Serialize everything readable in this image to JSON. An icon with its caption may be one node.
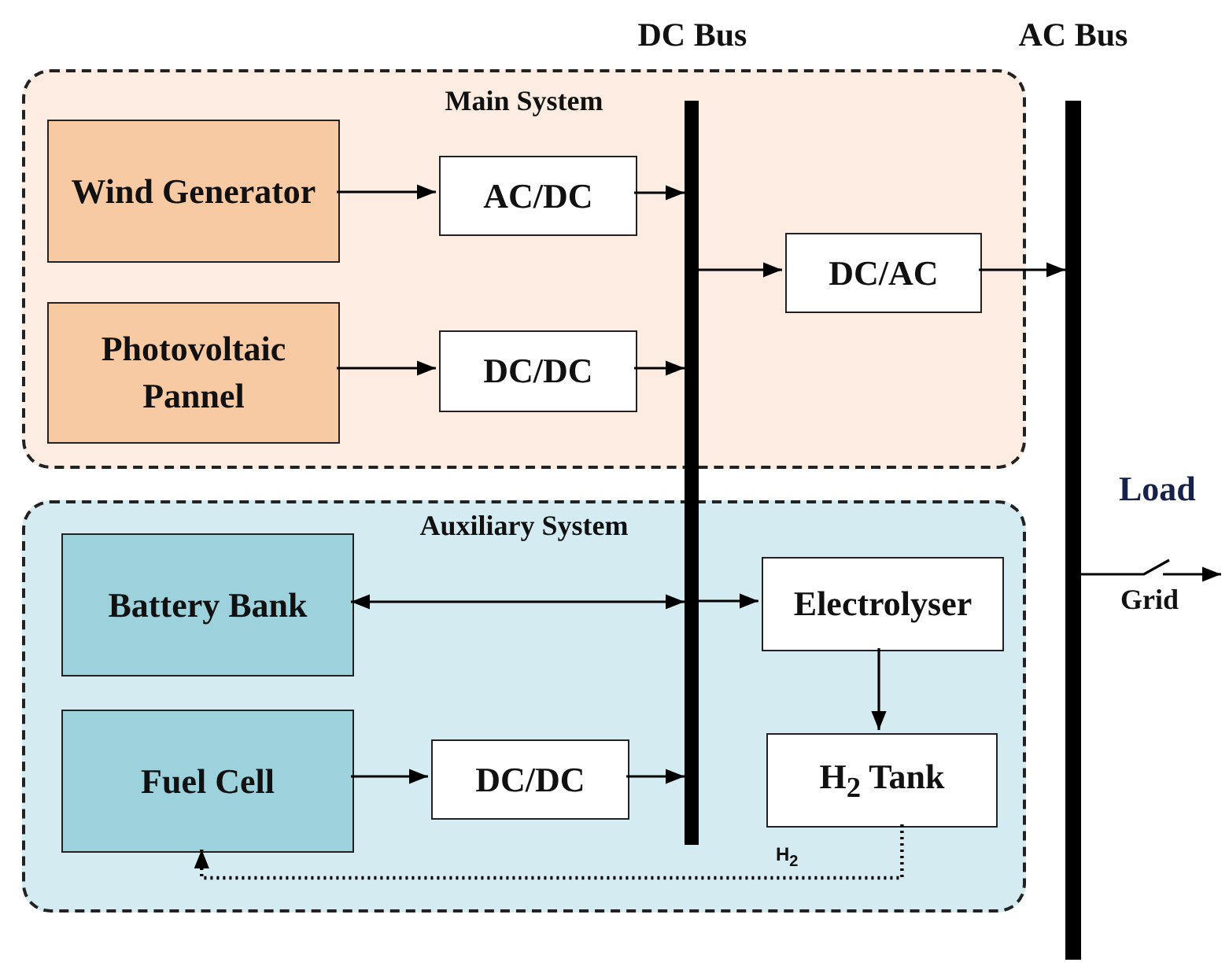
{
  "diagram": {
    "nodes": [
      {
        "text": [
          "Main System"
        ]
      },
      {
        "text": [
          "Wind Generator"
        ],
        "in": 0
      },
      {
        "text": [
          "AC/DC"
        ],
        "in": 0
      },
      {
        "text": [
          "Photovoltaic Pannel"
        ],
        "in": 0
      },
      {
        "text": [
          "DC/DC"
        ],
        "in": 0
      },
      {
        "text": [
          "DC/AC"
        ],
        "in": 0
      },
      {
        "text": [
          "Auxiliary System"
        ]
      },
      {
        "text": [
          "Battery Bank"
        ],
        "in": 6
      },
      {
        "text": [
          "Electrolyser"
        ],
        "in": 6
      },
      {
        "text": [
          "Fuel Cell"
        ],
        "in": 6
      },
      {
        "text": [
          "DC/DC"
        ],
        "in": 6
      },
      {
        "text": [
          "H$_{2}$ Tank"
        ],
        "in": 6
      },
      {
        "text": [
          "DC Bus"
        ]
      },
      {
        "text": [
          "AC Bus"
        ]
      }
    ],
    "edges": [
      {
        "from": 1,
        "to": 2,
        "arrow": "to"
      },
      {
        "from": 2,
        "to": 12,
        "arrow": "to"
      },
      {
        "from": 3,
        "to": 4,
        "arrow": "to"
      },
      {
        "from": 4,
        "to": 12,
        "arrow": "to"
      },
      {
        "from": 12,
        "to": 5,
        "arrow": "to"
      },
      {
        "from": 5,
        "to": 13,
        "arrow": "to"
      },
      {
        "from": 7,
        "to": 12,
        "arrow": "both"
      },
      {
        "from": 12,
        "to": 8,
        "arrow": "to"
      },
      {
        "from": 9,
        "to": 10,
        "arrow": "to"
      },
      {
        "from": 10,
        "to": 12,
        "arrow": "to"
      },
      {
        "from": 8,
        "to": 11,
        "arrow": "to"
      },
      {
        "from": 11,
        "to": 9,
        "arrow": "to",
        "style": "dashed",
        "label": "H$_{2}$"
      },
      {
        "from": 13,
        "to": null,
        "arrow": "to"
      }
    ],
    "labels": [
      "Load",
      "Grid"
    ]
  }
}
